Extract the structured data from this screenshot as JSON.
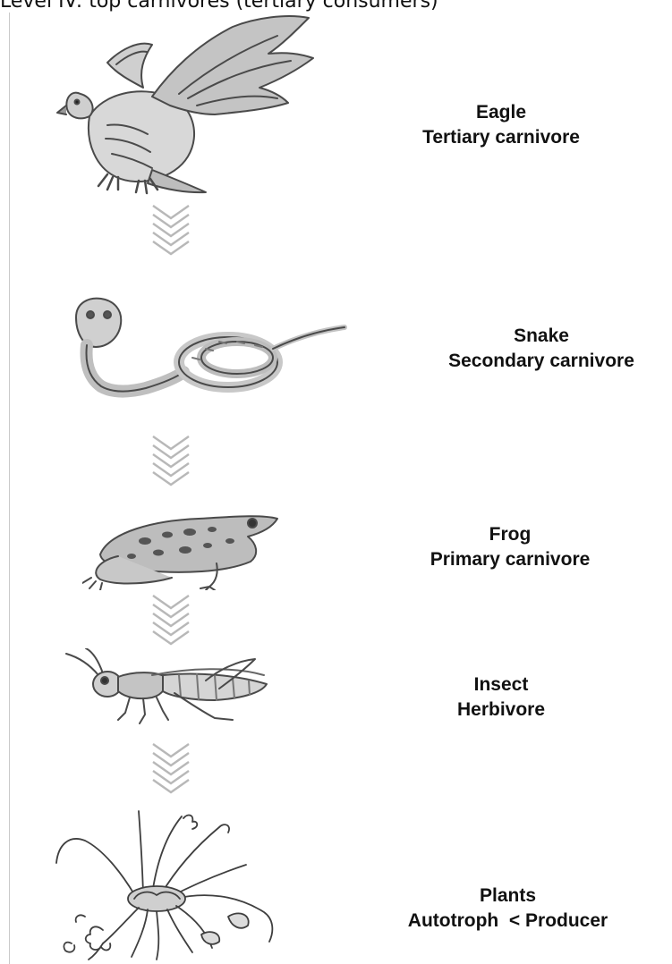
{
  "caption": "Level IV: top carnivores (tertiary consumers)",
  "levels": [
    {
      "organism": "Eagle",
      "role": "Tertiary carnivore"
    },
    {
      "organism": "Snake",
      "role": "Secondary carnivore"
    },
    {
      "organism": "Frog",
      "role": "Primary carnivore"
    },
    {
      "organism": "Insect",
      "role": "Herbivore"
    },
    {
      "organism": "Plants",
      "role": "Autotroph  < Producer"
    }
  ],
  "illustrations": [
    "eagle-illustration",
    "snake-illustration",
    "frog-illustration",
    "insect-illustration",
    "plant-illustration"
  ],
  "arrow_icon": "triple-chevron-down-icon",
  "colors": {
    "ink": "#111111",
    "illustration": "#4a4a4a",
    "arrow": "#b8b8b8"
  }
}
